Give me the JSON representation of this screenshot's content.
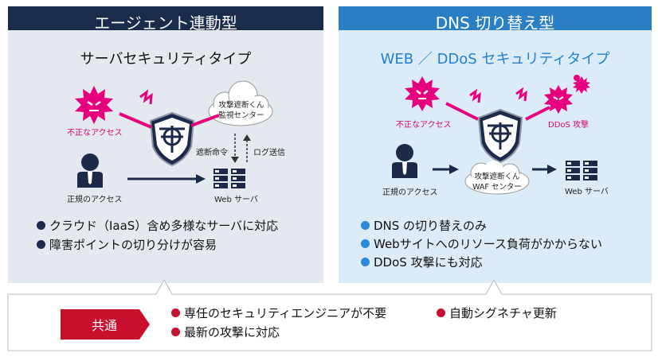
{
  "left": {
    "header": "エージェント連動型",
    "subtitle": "サーバセキュリティタイプ",
    "labels": {
      "malicious": "不正なアクセス",
      "legit": "正規のアクセス",
      "cloud_line1": "攻撃遮断くん",
      "cloud_line2": "監視センター",
      "block_cmd": "遮断命令",
      "log_send": "ログ送信",
      "server": "Web サーバ"
    },
    "bullets": [
      "クラウド（IaaS）含め多様なサーバに対応",
      "障害ポイントの切り分けが容易"
    ]
  },
  "right": {
    "header": "DNS 切り替え型",
    "subtitle": "WEB ／ DDoS セキュリティタイプ",
    "labels": {
      "malicious": "不正なアクセス",
      "ddos": "DDoS 攻撃",
      "legit": "正規のアクセス",
      "cloud_line1": "攻撃遮断くん",
      "cloud_line2": "WAF センター",
      "server": "Web サーバ"
    },
    "bullets": [
      "DNS の切り替えのみ",
      "Webサイトへのリソース負荷がかからない",
      "DDoS 攻撃にも対応"
    ]
  },
  "common": {
    "tag": "共通",
    "items": [
      "専任のセキュリティエンジニアが不要",
      "自動シグネチャ更新",
      "最新の攻撃に対応"
    ]
  },
  "colors": {
    "left_header": "#1a2b4c",
    "right_header": "#2a7fc4",
    "left_bg": "#e3e9ee",
    "right_bg": "#dbecf8",
    "magenta": "#e6007e",
    "navy": "#1c2a4a",
    "red": "#c8102e",
    "blue_dot": "#2a8ad8"
  }
}
